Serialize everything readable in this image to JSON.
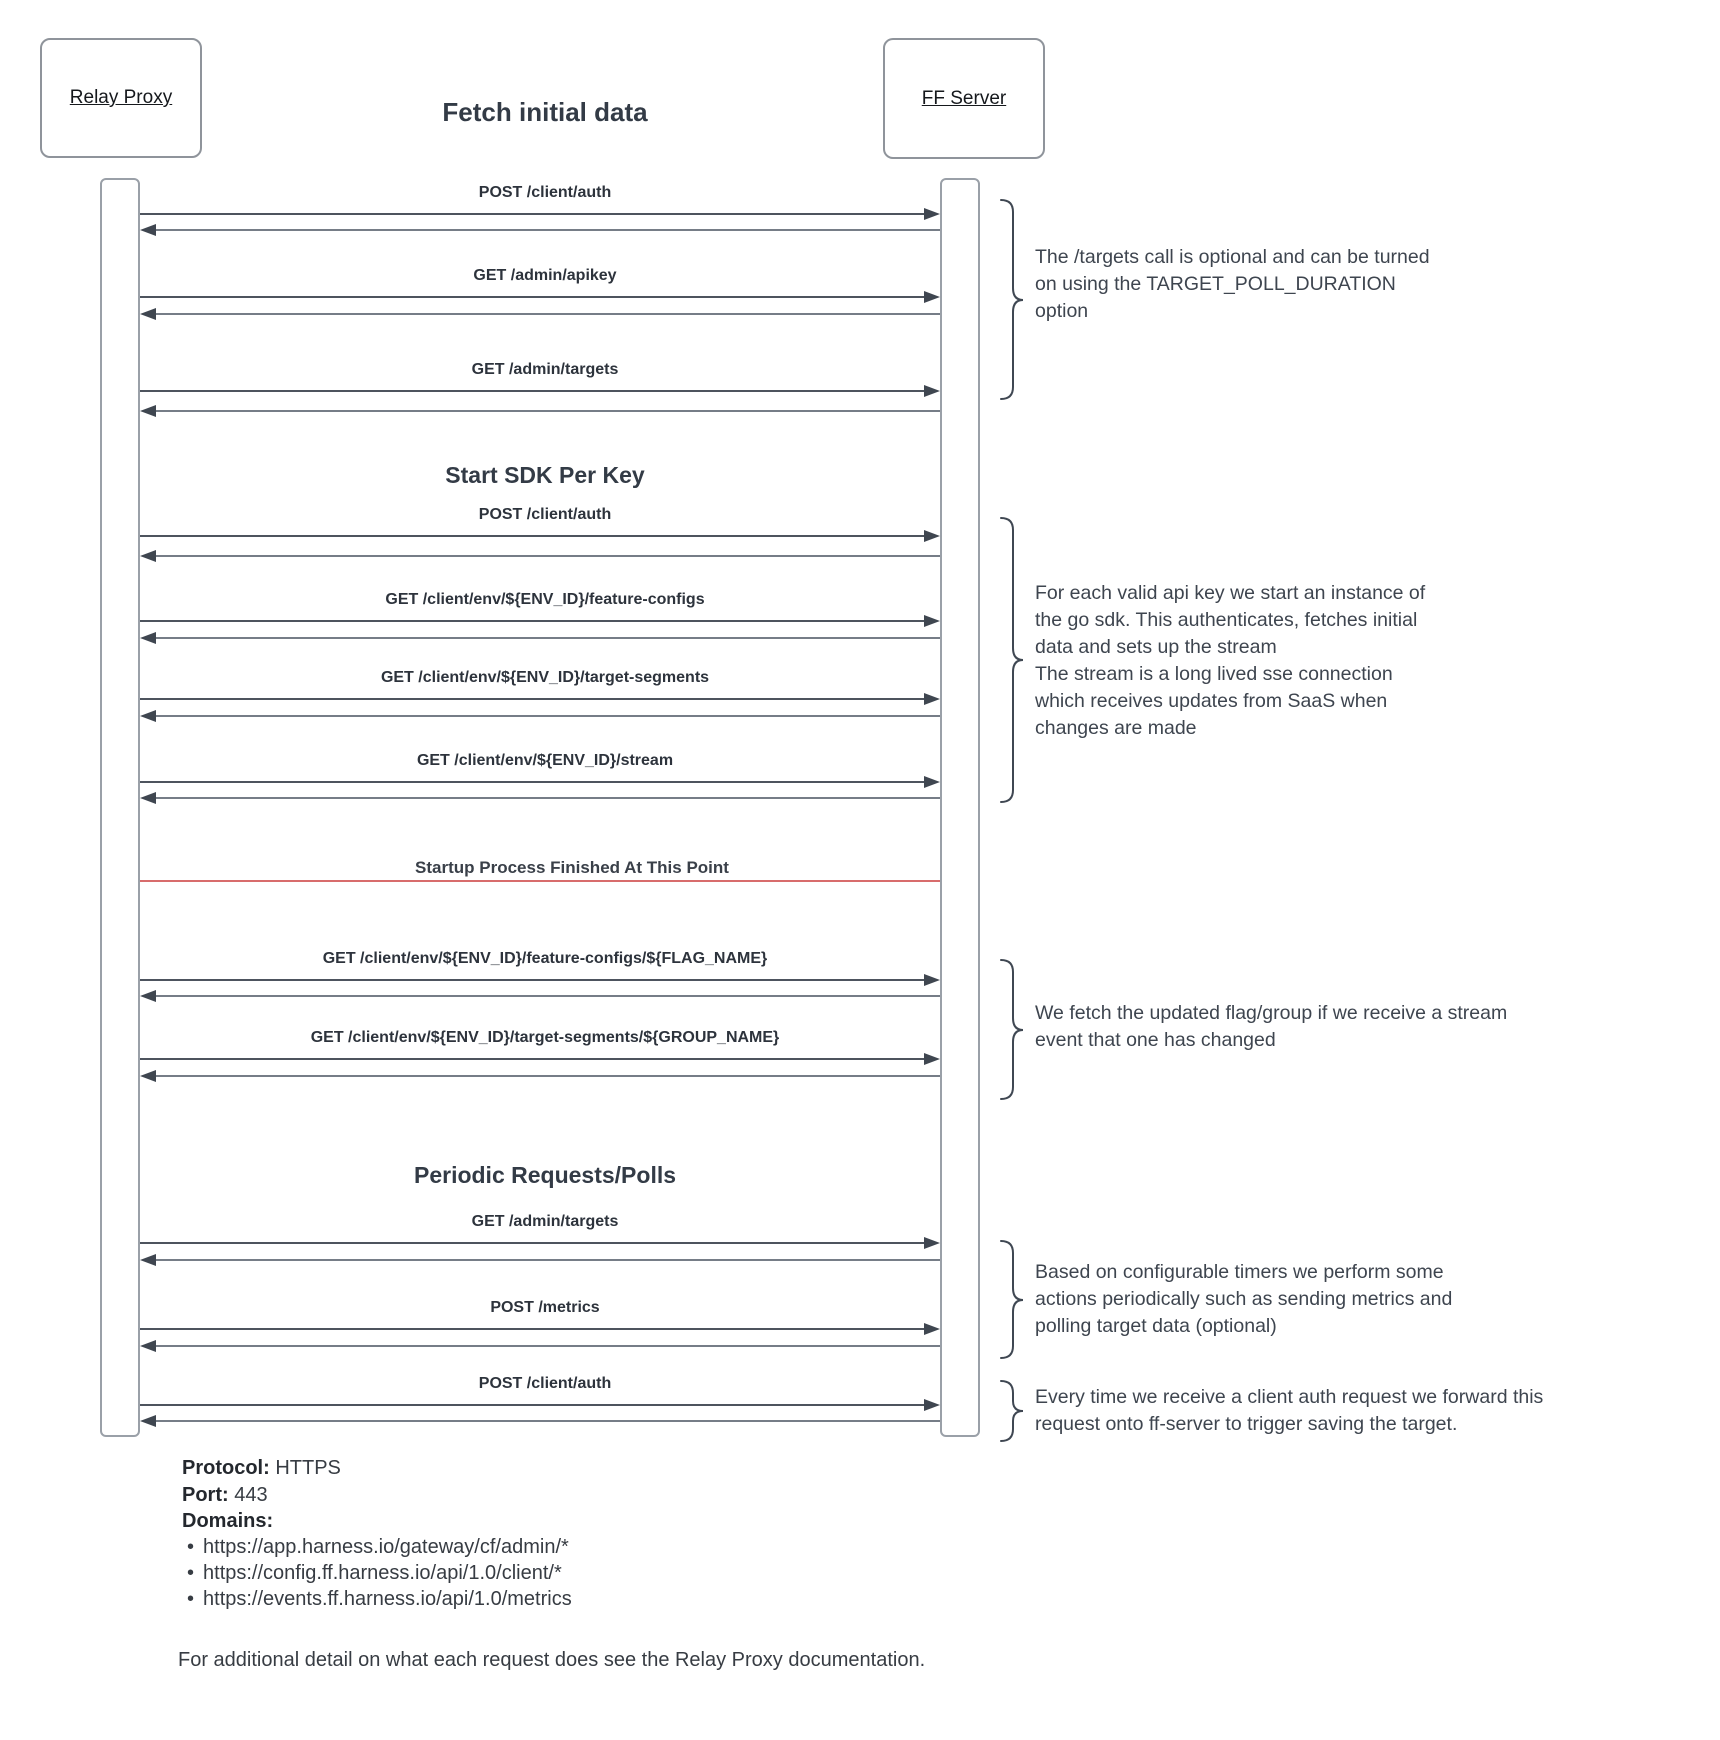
{
  "diagram": {
    "title": "Fetch initial data",
    "actors": [
      {
        "name": "Relay Proxy"
      },
      {
        "name": "FF Server"
      }
    ],
    "section_headers": [
      {
        "label": "Start SDK Per Key"
      },
      {
        "label": "Periodic Requests/Polls"
      }
    ],
    "messages": [
      {
        "label": "POST /client/auth"
      },
      {
        "label": "GET /admin/apikey"
      },
      {
        "label": "GET /admin/targets"
      },
      {
        "label": "POST /client/auth"
      },
      {
        "label": "GET /client/env/${ENV_ID}/feature-configs"
      },
      {
        "label": "GET /client/env/${ENV_ID}/target-segments"
      },
      {
        "label": "GET /client/env/${ENV_ID}/stream"
      },
      {
        "label": "GET /client/env/${ENV_ID}/feature-configs/${FLAG_NAME}"
      },
      {
        "label": "GET /client/env/${ENV_ID}/target-segments/${GROUP_NAME}"
      },
      {
        "label": "GET /admin/targets"
      },
      {
        "label": "POST /metrics"
      },
      {
        "label": "POST /client/auth"
      }
    ],
    "divider": {
      "label": "Startup Process Finished At This Point",
      "color": "#cc3b3b"
    },
    "annotations": [
      {
        "lines": [
          "The /targets call is optional and can be turned",
          "on using the TARGET_POLL_DURATION",
          "option"
        ]
      },
      {
        "lines": [
          "For each valid api key we start an instance of",
          "the go sdk. This authenticates, fetches initial",
          "data and sets up the stream",
          "The stream is a long lived sse connection",
          "which receives updates from SaaS when",
          "changes are made"
        ]
      },
      {
        "lines": [
          "We fetch the updated flag/group if we receive a stream",
          "event that one has changed"
        ]
      },
      {
        "lines": [
          "Based on configurable timers we perform some",
          "actions periodically such as sending metrics and",
          "polling target data (optional)"
        ]
      },
      {
        "lines": [
          "Every time we receive a client auth request we forward this",
          "request onto ff-server to trigger saving the target."
        ]
      }
    ],
    "colors": {
      "forward_arrow": "#4d545e",
      "return_arrow": "#767d87",
      "divider_red": "#cc3b3b"
    }
  },
  "footer_info": {
    "protocol_label": "Protocol:",
    "protocol_value": "HTTPS",
    "port_label": "Port:",
    "port_value": "443",
    "domains_label": "Domains:",
    "bullet": "•",
    "domains": [
      "https://app.harness.io/gateway/cf/admin/*",
      "https://config.ff.harness.io/api/1.0/client/*",
      "https://events.ff.harness.io/api/1.0/metrics"
    ],
    "note": "For additional detail on what each request does see the Relay Proxy documentation."
  }
}
